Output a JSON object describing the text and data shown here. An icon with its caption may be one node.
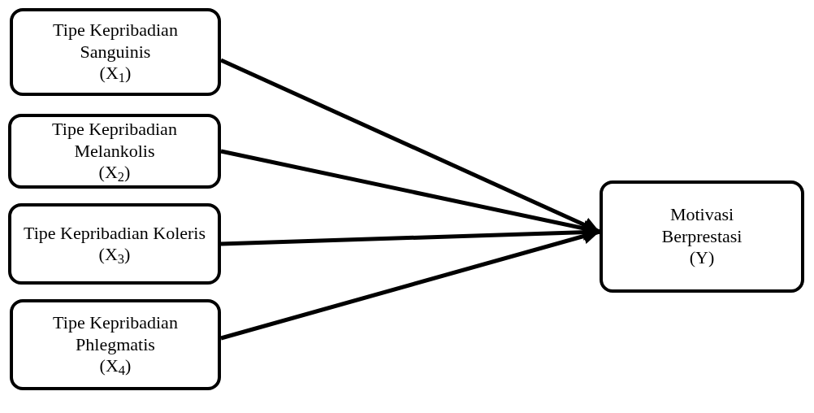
{
  "diagram": {
    "nodes": [
      {
        "text": [
          "Tipe Kepribadian Sanguinis",
          "(X$_{1}$)"
        ]
      },
      {
        "text": [
          "Tipe Kepribadian Melankolis",
          "(X$_{2}$)"
        ]
      },
      {
        "text": [
          "Tipe Kepribadian Koleris",
          "(X$_{3}$)"
        ]
      },
      {
        "text": [
          "Tipe Kepribadian Phlegmatis",
          "(X$_{4}$)"
        ]
      },
      {
        "text": [
          "Motivasi Berprestasi",
          "(Y)"
        ]
      }
    ],
    "edges": [
      {
        "from": 0,
        "to": 4,
        "arrow": "to"
      },
      {
        "from": 1,
        "to": 4,
        "arrow": "to"
      },
      {
        "from": 2,
        "to": 4,
        "arrow": "to"
      },
      {
        "from": 3,
        "to": 4,
        "arrow": "to"
      }
    ]
  }
}
